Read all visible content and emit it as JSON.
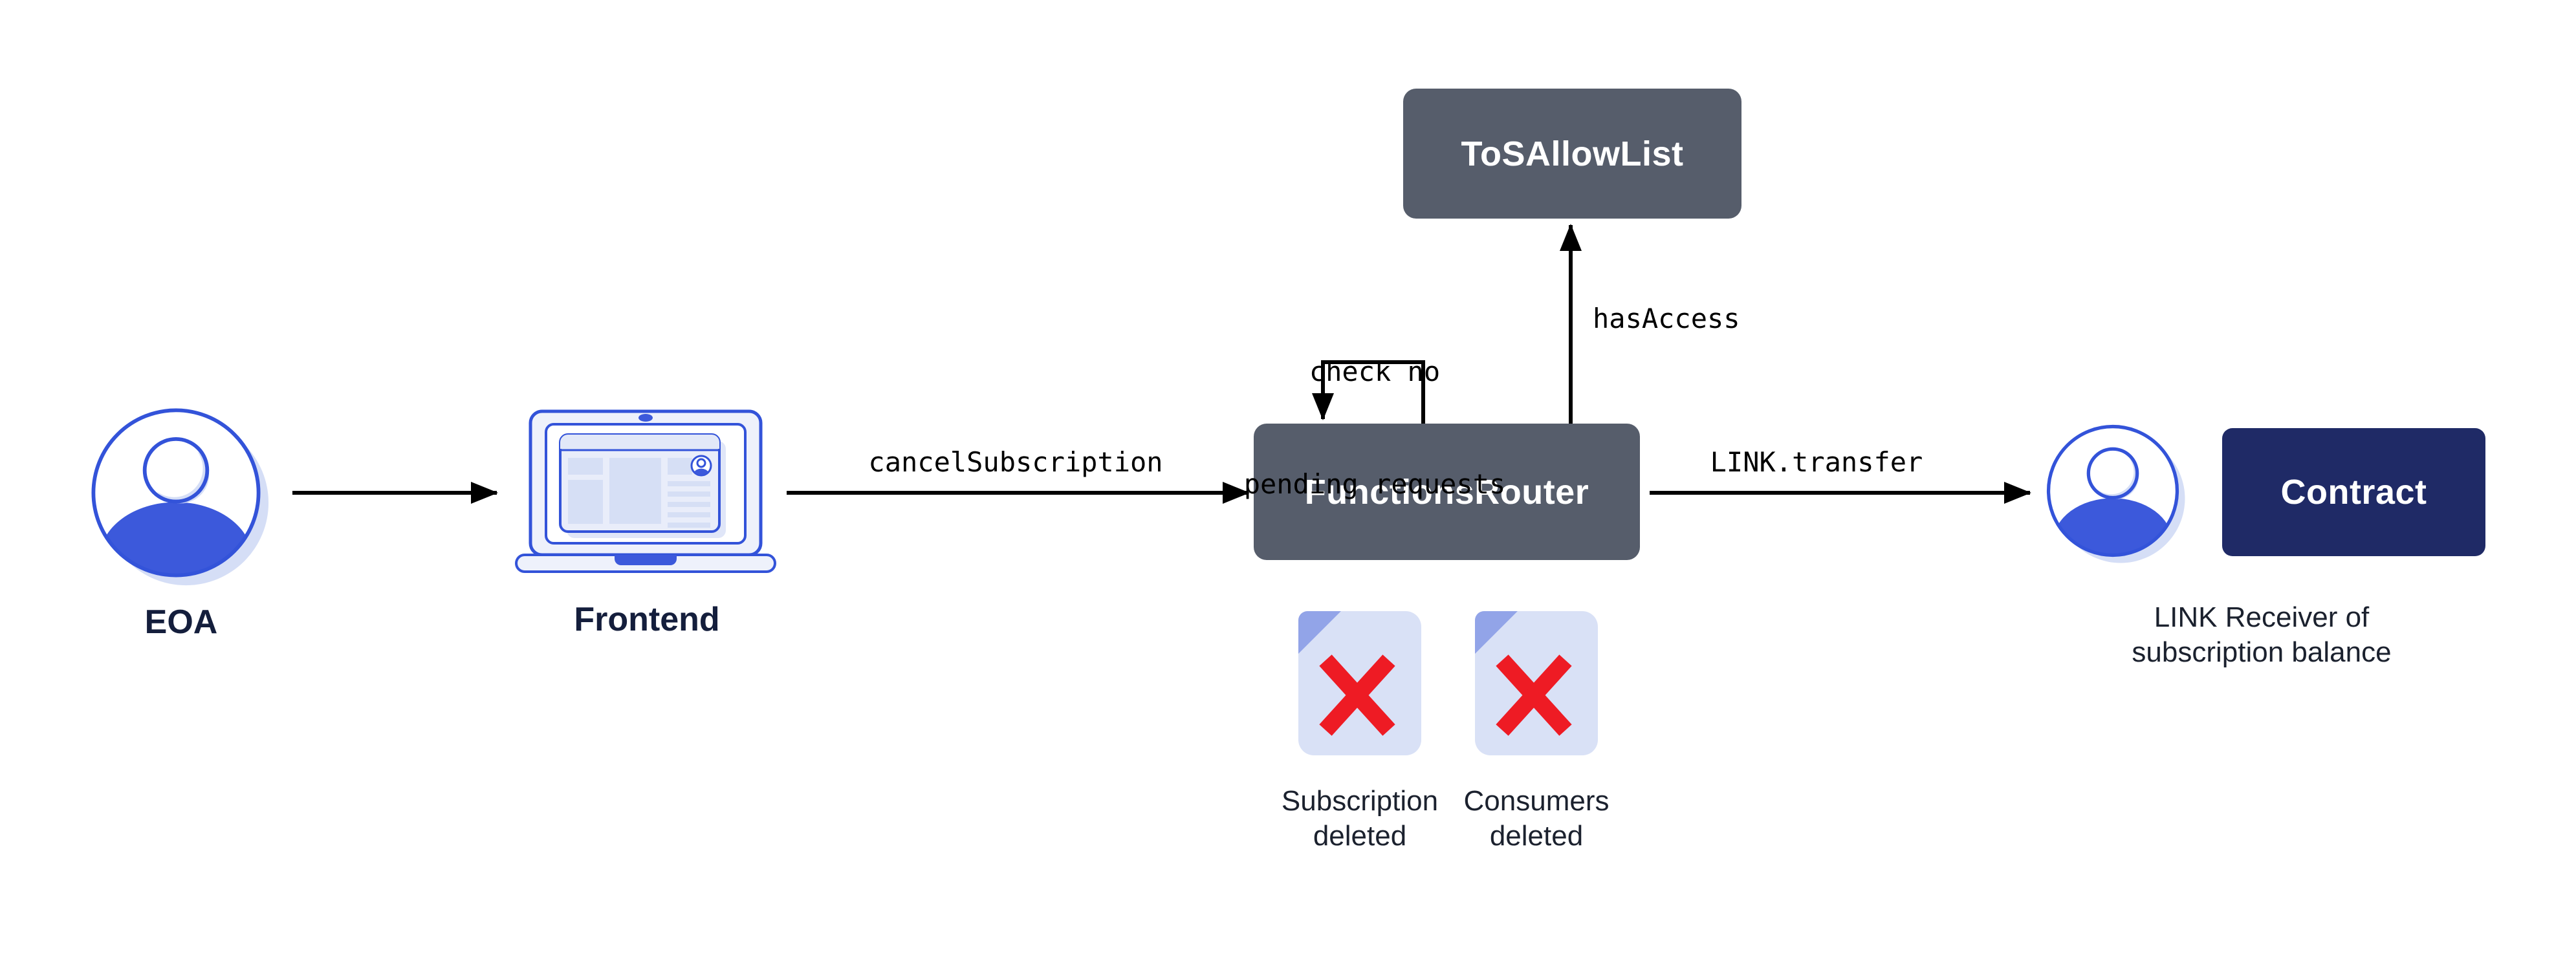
{
  "theme": {
    "canvas_bg": "#FFFFFF",
    "box_slate": "#565D6B",
    "box_navy": "#1F2A66",
    "blue": "#3353D9",
    "blue_fill": "#3C59DB",
    "lavender": "#D5DEF6",
    "page_fill": "#D9E1F6",
    "fold_fill": "#92A4E8",
    "red_x": "#EE1B24",
    "label_navy": "#141E3C",
    "caption_dark": "#1B212E",
    "arrow_black": "#000000"
  },
  "nodes": {
    "eoa": {
      "label": "EOA"
    },
    "frontend": {
      "label": "Frontend"
    },
    "functions_router": {
      "label": "FunctionsRouter"
    },
    "tos_allow_list": {
      "label": "ToSAllowList"
    },
    "contract": {
      "label": "Contract"
    },
    "link_receiver": {
      "caption_line1": "LINK Receiver of",
      "caption_line2": "subscription balance"
    }
  },
  "edges": {
    "cancel_subscription": {
      "label": "cancelSubscription"
    },
    "link_transfer": {
      "label": "LINK.transfer"
    },
    "has_access": {
      "label": "hasAccess"
    },
    "pending_check": {
      "line1": "check no",
      "line2": "pending requests"
    }
  },
  "documents": [
    {
      "line1": "Subscription",
      "line2": "deleted"
    },
    {
      "line1": "Consumers",
      "line2": "deleted"
    }
  ]
}
